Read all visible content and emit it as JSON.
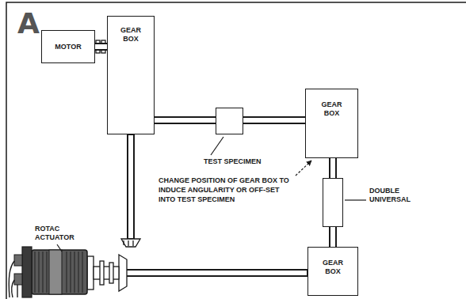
{
  "diagram": {
    "nodes": [
      {
        "text": [
          "MOTOR"
        ]
      },
      {
        "text": [
          "GEAR BOX"
        ]
      },
      {
        "text": [
          "TEST SPECIMEN"
        ]
      },
      {
        "text": [
          "GEAR BOX"
        ]
      },
      {
        "text": [
          "DOUBLE UNIVERSAL"
        ]
      },
      {
        "text": [
          "GEAR BOX"
        ]
      }
    ],
    "edges": [
      {
        "from": 0,
        "to": 1,
        "arrow": "none"
      },
      {
        "from": 1,
        "to": 2,
        "arrow": "none"
      },
      {
        "from": 2,
        "to": 3,
        "arrow": "none"
      },
      {
        "from": 3,
        "to": 4,
        "arrow": "none"
      },
      {
        "from": 4,
        "to": 5,
        "arrow": "none"
      }
    ],
    "labels": [
      "A",
      "CHANGE POSITION OF GEAR BOX TO INDUCE ANGULARITY OR OFF-SET INTO TEST SPECIMEN",
      "ROTAC ACTUATOR"
    ]
  }
}
